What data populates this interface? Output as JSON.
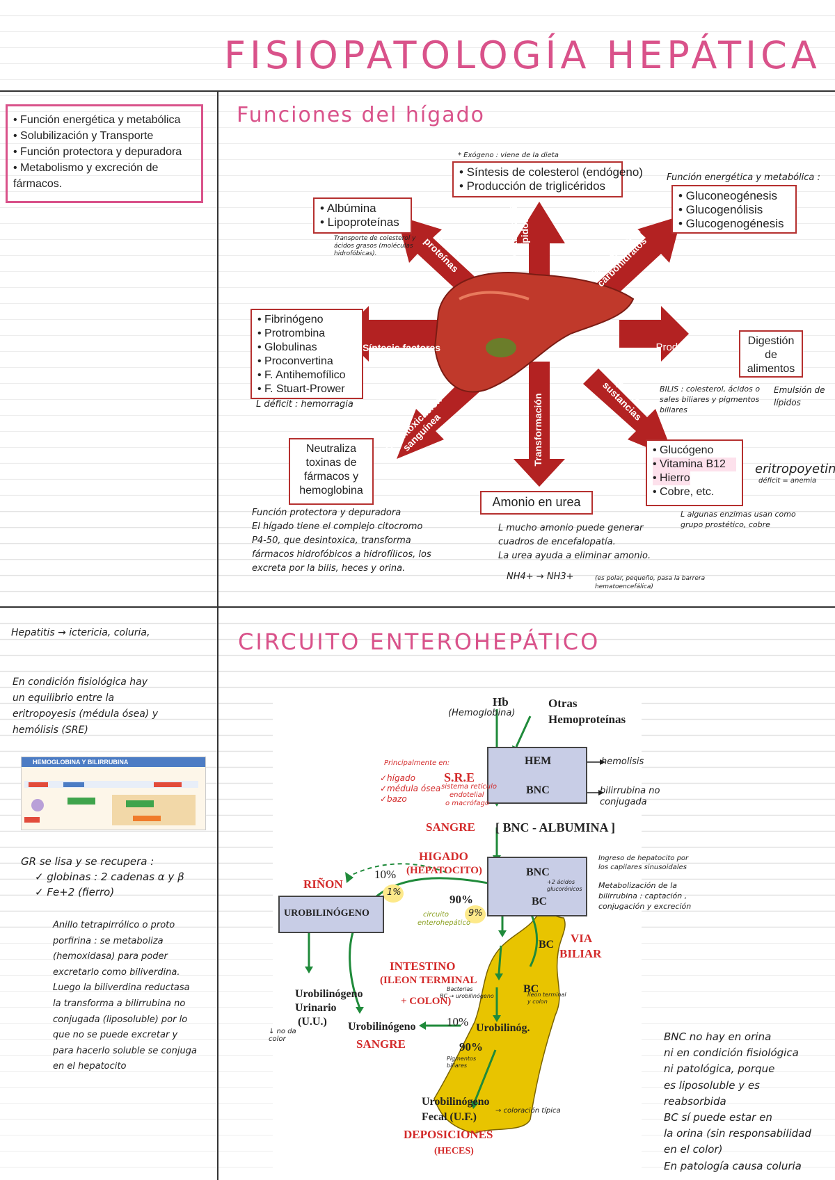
{
  "title": "FISIOPATOLOGÍA HEPÁTICA",
  "sidebar_box": {
    "items": [
      "• Función energética y metabólica",
      "• Solubilización y Transporte",
      "• Función protectora y depuradora",
      "• Metabolismo y excreción de",
      "fármacos."
    ]
  },
  "funciones": {
    "heading": "Funciones del hígado",
    "exogeno_note": "* Exógeno : viene de la dieta",
    "lipidos_box": [
      "• Síntesis de colesterol (endógeno)",
      "• Producción de triglicéridos"
    ],
    "proteinas_box": [
      "• Albúmina",
      "• Lipoproteínas"
    ],
    "proteinas_note": "Transporte de colesterol y ácidos grasos (moléculas hidrofóbicas).",
    "energetica_heading": "Función energética y metabólica :",
    "carbohidratos_box": [
      "• Gluconeogénesis",
      "• Glucogenólisis",
      "• Glucogenogénesis"
    ],
    "coagulacion_box": [
      "• Fibrinógeno",
      "• Protrombina",
      "• Globulinas",
      "• Proconvertina",
      "• F. Antihemofílico",
      "• F. Stuart-Prower"
    ],
    "deficit_note": "L déficit : hemorragia",
    "digestion_box": "Digestión de alimentos",
    "bilis_note": "BILIS : colesterol, ácidos o sales biliares y pigmentos biliares",
    "emulsion_note": "Emulsión de lípidos",
    "neutraliza_box": "Neutraliza toxinas de fármacos y hemoglobina",
    "amonio_box": "Amonio en urea",
    "deposito_box": [
      "• Glucógeno",
      "• Vitamina B12",
      "• Hierro",
      "• Cobre, etc."
    ],
    "eritro_note": "eritropoyetina",
    "eritro_deficit": "déficit = anemia",
    "enzimas_note": "L algunas enzimas usan como grupo prostético, cobre",
    "protectora_note": [
      "Función protectora y depuradora",
      "El hígado tiene el complejo citocromo",
      "P4-50, que desintoxica, transforma",
      "fármacos hidrofóbicos a hidrofílicos, los",
      "excreta por la bilis, heces y orina."
    ],
    "amonio_note": [
      "L mucho amonio puede generar",
      "cuadros de encefalopatía.",
      "La urea ayuda a eliminar amonio."
    ],
    "nh_note": "NH4+ → NH3+",
    "nh_note2": "(es polar, pequeño, pasa la barrera hematoencefálica)",
    "arrows": {
      "lipidos": "Metabolización lípidos",
      "proteinas": "Síntesis proteínas",
      "carbohidratos": "Metabolización carbohidratos",
      "coagulacion": "Síntesis factores coagulación",
      "bilis": "Producción de bilis",
      "desintox": "Desintoxicación sanguínea",
      "transformacion": "Transformación",
      "deposito": "Depósito de sustancias"
    }
  },
  "circuito": {
    "heading": "CIRCUITO ENTEROHEPÁTICO",
    "left_notes": {
      "hepatitis": "Hepatitis → ictericia, coluria,",
      "equilibrio": [
        "En condición fisiológica hay",
        "un equilibrio entre la",
        "eritropoyesis (médula ósea) y",
        "hemólisis (SRE)"
      ],
      "gr": [
        "GR se lisa y se recupera :",
        "✓ globinas : 2 cadenas α y β",
        "✓ Fe+2 (fierro)"
      ],
      "anillo": [
        "Anillo tetrapirrólico o proto",
        "porfirina : se metaboliza",
        "(hemoxidasa) para poder",
        "excretarlo como biliverdina.",
        "Luego la biliverdina reductasa",
        "la transforma a bilirrubina no",
        "conjugada (liposoluble) por lo",
        "que no se puede excretar y",
        "para hacerlo soluble se conjuga",
        "en el hepatocito"
      ]
    },
    "mini_figure": {
      "title": "HEMOGLOBINA Y BILIRRUBINA"
    },
    "diagram": {
      "hb": "Hb",
      "hb_note": "(Hemoglobina)",
      "otras": "Otras Hemoproteínas",
      "hem": "HEM",
      "bnc": "BNC",
      "hemolisis": "hemolisis",
      "bilirrubina_nc": "bilirrubina no conjugada",
      "principalmente": "Principalmente en:",
      "organos": [
        "✓hígado",
        "✓médula ósea",
        "✓bazo"
      ],
      "sre": "S.R.E",
      "sre_note": [
        "sistema retículo",
        "endotelial",
        "o macrófago"
      ],
      "sangre": "SANGRE",
      "bnc_albumina": "[ BNC - ALBUMINA ]",
      "higado": "HIGADO",
      "hepatocito": "(HEPATOCITO)",
      "bnc2": "BNC",
      "acidos_note": "+2 ácidos glucorónicos",
      "bc": "BC",
      "ingreso_note": [
        "Ingreso de hepatocito por",
        "los capilares sinusoidales"
      ],
      "metabolizacion_note": [
        "Metabolización de la",
        "bilirrubina : captación ,",
        "conjugación y excreción"
      ],
      "rinon": "RIÑON",
      "pct10": "10%",
      "pct1": "1%",
      "pct90": "90%",
      "pct9": "9%",
      "circuito_note": [
        "circuito",
        "enterohepático"
      ],
      "urobilinogeno": "UROBILINÓGENO",
      "via": "VIA",
      "biliar": "BILIAR",
      "intestino": "INTESTINO",
      "ileon": "(ILEON TERMINAL",
      "bacterias_note": [
        "Bacterias",
        "BC → urobilinógeno"
      ],
      "colon": "+ COLON)",
      "bc2": "BC",
      "bc3": "BC",
      "ileon_note": [
        "Ileon terminal",
        "y colon"
      ],
      "uro_urinario": [
        "Urobilinógeno",
        "Urinario",
        "(U.U.)"
      ],
      "no_da_color": "↓ no da color",
      "uro_sangre": "Urobilinógeno",
      "sangre2": "SANGRE",
      "pct10b": "10%",
      "urobilinog": "Urobilinóg.",
      "pct90b": "90%",
      "pigmentos_note": [
        "Pigmentos",
        "biliares"
      ],
      "uro_fecal": [
        "Urobilinógeno",
        "Fecal (U.F.)"
      ],
      "coloracion_note": "→ coloración típica",
      "deposiciones": "DEPOSICIONES",
      "heces": "(HECES)"
    },
    "right_note": [
      "BNC no hay en orina",
      "ni en condición fisiológica",
      "ni patológica, porque",
      "es liposoluble y es",
      "reabsorbida",
      "BC sí puede estar en",
      "la orina (sin responsabilidad",
      "en el color)",
      "En patología causa coluria"
    ]
  },
  "colors": {
    "accent_pink": "#d9528a",
    "arrow_red": "#b32222",
    "box_blue": "#c8cde6",
    "highlight_yellow": "#fde98a",
    "bile_yellow": "#e8c400",
    "line_green": "#1f8a3a"
  }
}
